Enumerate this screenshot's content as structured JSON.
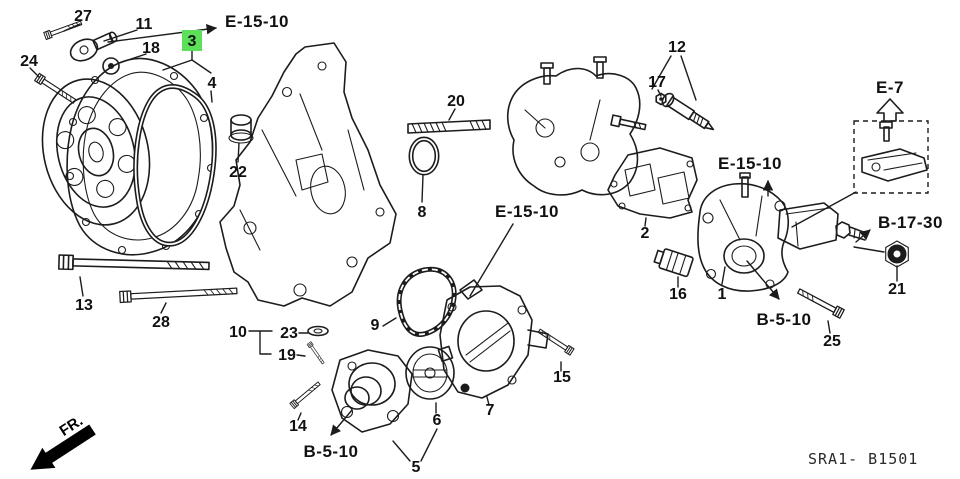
{
  "diagram": {
    "code": "SRA1- B1501",
    "fr_label": "FR.",
    "highlight_color": "#5ce05a",
    "line_color": "#1c1c1c",
    "background": "#ffffff"
  },
  "callouts": {
    "c1": {
      "label": "1"
    },
    "c2": {
      "label": "2"
    },
    "c3": {
      "label": "3"
    },
    "c4": {
      "label": "4"
    },
    "c5": {
      "label": "5"
    },
    "c6": {
      "label": "6"
    },
    "c7": {
      "label": "7"
    },
    "c8": {
      "label": "8"
    },
    "c9": {
      "label": "9"
    },
    "c10": {
      "label": "10"
    },
    "c11": {
      "label": "11"
    },
    "c12": {
      "label": "12"
    },
    "c13": {
      "label": "13"
    },
    "c14": {
      "label": "14"
    },
    "c15": {
      "label": "15"
    },
    "c16": {
      "label": "16"
    },
    "c17": {
      "label": "17"
    },
    "c18": {
      "label": "18"
    },
    "c19": {
      "label": "19"
    },
    "c20": {
      "label": "20"
    },
    "c21": {
      "label": "21"
    },
    "c22": {
      "label": "22"
    },
    "c23": {
      "label": "23"
    },
    "c24": {
      "label": "24"
    },
    "c25": {
      "label": "25"
    },
    "c27": {
      "label": "27"
    },
    "c28": {
      "label": "28"
    }
  },
  "refs": {
    "e15_top": {
      "label": "E-15-10"
    },
    "e15_mid": {
      "label": "E-15-10"
    },
    "e15_right": {
      "label": "E-15-10"
    },
    "e7": {
      "label": "E-7"
    },
    "b17_30": {
      "label": "B-17-30"
    },
    "b5_10_right": {
      "label": "B-5-10"
    },
    "b5_10_bottom": {
      "label": "B-5-10"
    }
  }
}
